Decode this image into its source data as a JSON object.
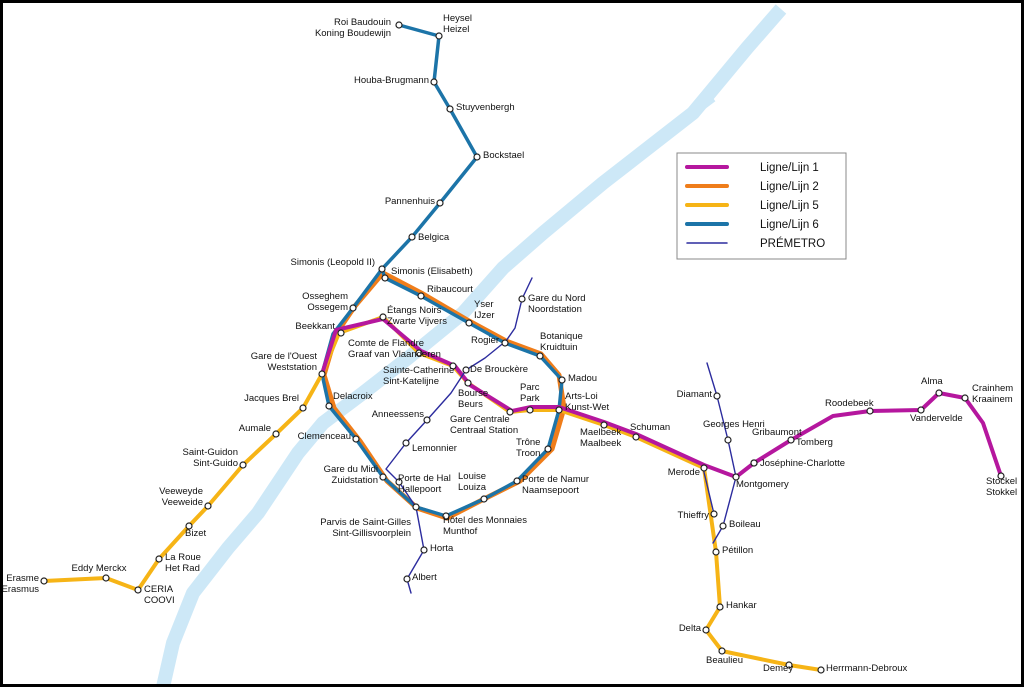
{
  "colors": {
    "line1": "#b5179e",
    "line2": "#ef7d1a",
    "line5": "#f6b416",
    "line6": "#1c74a8",
    "premetro": "#2c2c9e",
    "river": "#cde8f7"
  },
  "legend": {
    "items": [
      {
        "label": "Ligne/Lijn 1",
        "color": "#b5179e"
      },
      {
        "label": "Ligne/Lijn  2",
        "color": "#ef7d1a"
      },
      {
        "label": "Ligne/Lijn  5",
        "color": "#f6b416"
      },
      {
        "label": "Ligne/Lijn  6",
        "color": "#1c74a8"
      },
      {
        "label": "PRÉMETRO",
        "color": "#2c2c9e"
      }
    ]
  },
  "stations": [
    {
      "id": "roi-baudouin",
      "lines": [
        "Roi Baudouin",
        "Koning Boudewijn"
      ]
    },
    {
      "id": "heysel",
      "lines": [
        "Heysel",
        "Heizel"
      ]
    },
    {
      "id": "houba-brugmann",
      "lines": [
        "Houba-Brugmann"
      ]
    },
    {
      "id": "stuyvenbergh",
      "lines": [
        "Stuyvenbergh"
      ]
    },
    {
      "id": "bockstael",
      "lines": [
        "Bockstael"
      ]
    },
    {
      "id": "pannenhuis",
      "lines": [
        "Pannenhuis"
      ]
    },
    {
      "id": "belgica",
      "lines": [
        "Belgica"
      ]
    },
    {
      "id": "simonis-leopold",
      "lines": [
        "Simonis (Leopold II)"
      ]
    },
    {
      "id": "simonis-elisabeth",
      "lines": [
        "Simonis (Elisabeth)"
      ]
    },
    {
      "id": "ribaucourt",
      "lines": [
        "Ribaucourt"
      ]
    },
    {
      "id": "yser",
      "lines": [
        "Yser",
        "IJzer"
      ]
    },
    {
      "id": "gare-du-nord",
      "lines": [
        "Gare du Nord",
        "Noordstation"
      ]
    },
    {
      "id": "rogier",
      "lines": [
        "Rogier"
      ]
    },
    {
      "id": "botanique",
      "lines": [
        "Botanique",
        "Kruidtuin"
      ]
    },
    {
      "id": "madou",
      "lines": [
        "Madou"
      ]
    },
    {
      "id": "osseghem",
      "lines": [
        "Osseghem",
        "Ossegem"
      ]
    },
    {
      "id": "etangs-noirs",
      "lines": [
        "Étangs Noirs",
        "Zwarte Vijvers"
      ]
    },
    {
      "id": "beekkant",
      "lines": [
        "Beekkant"
      ]
    },
    {
      "id": "comte-de-flandre",
      "lines": [
        "Comte de Flandre",
        "Graaf van Vlaanderen"
      ]
    },
    {
      "id": "gare-de-louest",
      "lines": [
        "Gare de l'Ouest",
        "Weststation"
      ]
    },
    {
      "id": "sainte-catherine",
      "lines": [
        "Sainte-Catherine",
        "Sint-Katelijne"
      ]
    },
    {
      "id": "de-brouckere",
      "lines": [
        "De Brouckère"
      ]
    },
    {
      "id": "bourse",
      "lines": [
        "Bourse",
        "Beurs"
      ]
    },
    {
      "id": "parc",
      "lines": [
        "Parc",
        "Park"
      ]
    },
    {
      "id": "arts-loi",
      "lines": [
        "Arts-Loi",
        "Kunst-Wet"
      ]
    },
    {
      "id": "jacques-brel",
      "lines": [
        "Jacques Brel"
      ]
    },
    {
      "id": "delacroix",
      "lines": [
        "Delacroix"
      ]
    },
    {
      "id": "anneessens",
      "lines": [
        "Anneessens"
      ]
    },
    {
      "id": "gare-centrale",
      "lines": [
        "Gare Centrale",
        "Centraal Station"
      ]
    },
    {
      "id": "aumale",
      "lines": [
        "Aumale"
      ]
    },
    {
      "id": "clemenceau",
      "lines": [
        "Clemenceau"
      ]
    },
    {
      "id": "lemonnier",
      "lines": [
        "Lemonnier"
      ]
    },
    {
      "id": "trone",
      "lines": [
        "Trône",
        "Troon"
      ]
    },
    {
      "id": "saint-guidon",
      "lines": [
        "Saint-Guidon",
        "Sint-Guido"
      ]
    },
    {
      "id": "gare-du-midi",
      "lines": [
        "Gare du Midi",
        "Zuidstation"
      ]
    },
    {
      "id": "porte-de-hal",
      "lines": [
        "Porte de Hal",
        "Hallepoort"
      ]
    },
    {
      "id": "louise",
      "lines": [
        "Louise",
        "Louiza"
      ]
    },
    {
      "id": "porte-de-namur",
      "lines": [
        "Porte de Namur",
        "Naamsepoort"
      ]
    },
    {
      "id": "veeweyde",
      "lines": [
        "Veeweyde",
        "Veeweide"
      ]
    },
    {
      "id": "parvis-st-gilles",
      "lines": [
        "Parvis de Saint-Gilles",
        "Sint-Gillisvoorplein"
      ]
    },
    {
      "id": "hotel-des-monnaies",
      "lines": [
        "Hôtel des Monnaies",
        "Munthof"
      ]
    },
    {
      "id": "bizet",
      "lines": [
        "Bizet"
      ]
    },
    {
      "id": "horta",
      "lines": [
        "Horta"
      ]
    },
    {
      "id": "la-roue",
      "lines": [
        "La Roue",
        "Het Rad"
      ]
    },
    {
      "id": "albert",
      "lines": [
        "Albert"
      ]
    },
    {
      "id": "eddy-merckx",
      "lines": [
        "Eddy Merckx"
      ]
    },
    {
      "id": "ceria",
      "lines": [
        "CERIA",
        "COOVI"
      ]
    },
    {
      "id": "erasme",
      "lines": [
        "Erasme",
        "Erasmus"
      ]
    },
    {
      "id": "maelbeek",
      "lines": [
        "Maelbeek",
        "Maalbeek"
      ]
    },
    {
      "id": "schuman",
      "lines": [
        "Schuman"
      ]
    },
    {
      "id": "diamant",
      "lines": [
        "Diamant"
      ]
    },
    {
      "id": "georges-henri",
      "lines": [
        "Georges Henri"
      ]
    },
    {
      "id": "merode",
      "lines": [
        "Merode"
      ]
    },
    {
      "id": "montgomery",
      "lines": [
        "Montgomery"
      ]
    },
    {
      "id": "gribaumont",
      "lines": [
        "Gribaumont"
      ]
    },
    {
      "id": "tomberg",
      "lines": [
        "Tomberg"
      ]
    },
    {
      "id": "josephine-charlotte",
      "lines": [
        "Joséphine-Charlotte"
      ]
    },
    {
      "id": "roodebeek",
      "lines": [
        "Roodebeek"
      ]
    },
    {
      "id": "vandervelde",
      "lines": [
        "Vandervelde"
      ]
    },
    {
      "id": "alma",
      "lines": [
        "Alma"
      ]
    },
    {
      "id": "crainhem",
      "lines": [
        "Crainhem",
        "Kraainem"
      ]
    },
    {
      "id": "stockel",
      "lines": [
        "Stockel",
        "Stokkel"
      ]
    },
    {
      "id": "thieffry",
      "lines": [
        "Thieffry"
      ]
    },
    {
      "id": "boileau",
      "lines": [
        "Boileau"
      ]
    },
    {
      "id": "petillon",
      "lines": [
        "Pétillon"
      ]
    },
    {
      "id": "hankar",
      "lines": [
        "Hankar"
      ]
    },
    {
      "id": "delta",
      "lines": [
        "Delta"
      ]
    },
    {
      "id": "beaulieu",
      "lines": [
        "Beaulieu"
      ]
    },
    {
      "id": "demey",
      "lines": [
        "Demey"
      ]
    },
    {
      "id": "herrmann-debroux",
      "lines": [
        "Herrmann-Debroux"
      ]
    }
  ]
}
